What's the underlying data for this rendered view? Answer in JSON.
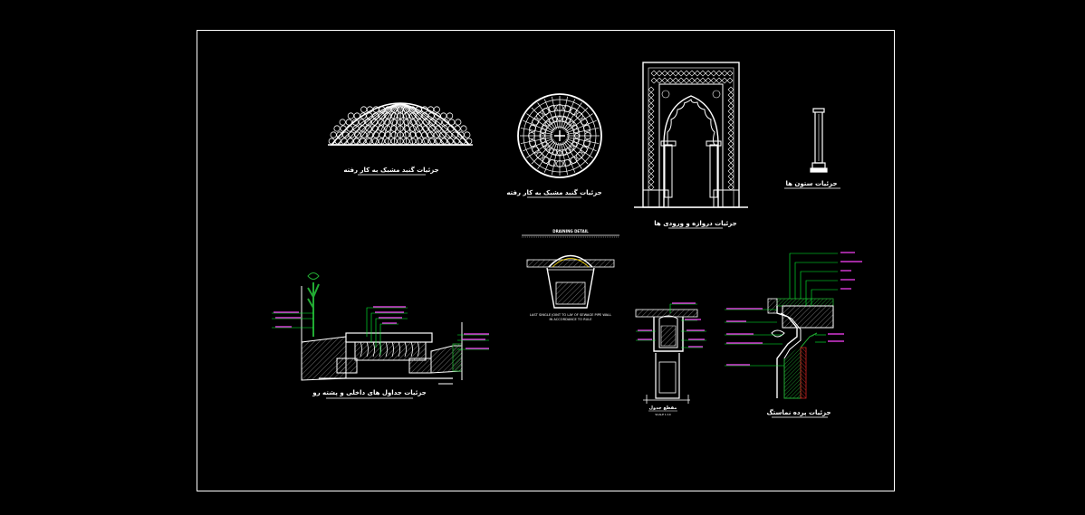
{
  "viewport": {
    "background": "#000000",
    "frame_color": "#ffffff"
  },
  "colors": {
    "line": "#ffffff",
    "leader": "#00ff33",
    "note": "#ff44ff",
    "hatch_green": "#22aa33",
    "hatch_red": "#cc2222",
    "yellow": "#ffe000"
  },
  "titles": {
    "dome_elevation": "جزئیات گنبد مشبک به کار رفته",
    "dome_plan": "جزئیات گنبد مشبک به کار رفته",
    "arch_portal": "جزئیات دروازه و ورودی ها",
    "column": "جزئیات ستون ها",
    "planter_section": "جزئیات جداول های داخلی و پشته رو",
    "drain_header": "DRAINING DETAIL",
    "drain_note_1": "LAST SINGLE JOINT TO LAY OF SEWAGE PIPE WALL",
    "drain_note_2": "IN ACCORDANCE TO RULE",
    "gutter_section": "مقطع جدول",
    "gutter_scale": "SCALE 1:10",
    "cornice_section": "جزئیات پرده نماستگ"
  },
  "icons": {
    "dome_elevation": "dome-elevation-drawing",
    "dome_plan": "dome-plan-rosette-drawing",
    "arch_portal": "islamic-arch-portal-drawing",
    "column": "column-elevation-drawing",
    "planter": "planter-tree-section-drawing",
    "drain": "drain-channel-section-drawing",
    "gutter": "gutter-curb-section-drawing",
    "cornice": "cornice-parapet-section-drawing"
  }
}
